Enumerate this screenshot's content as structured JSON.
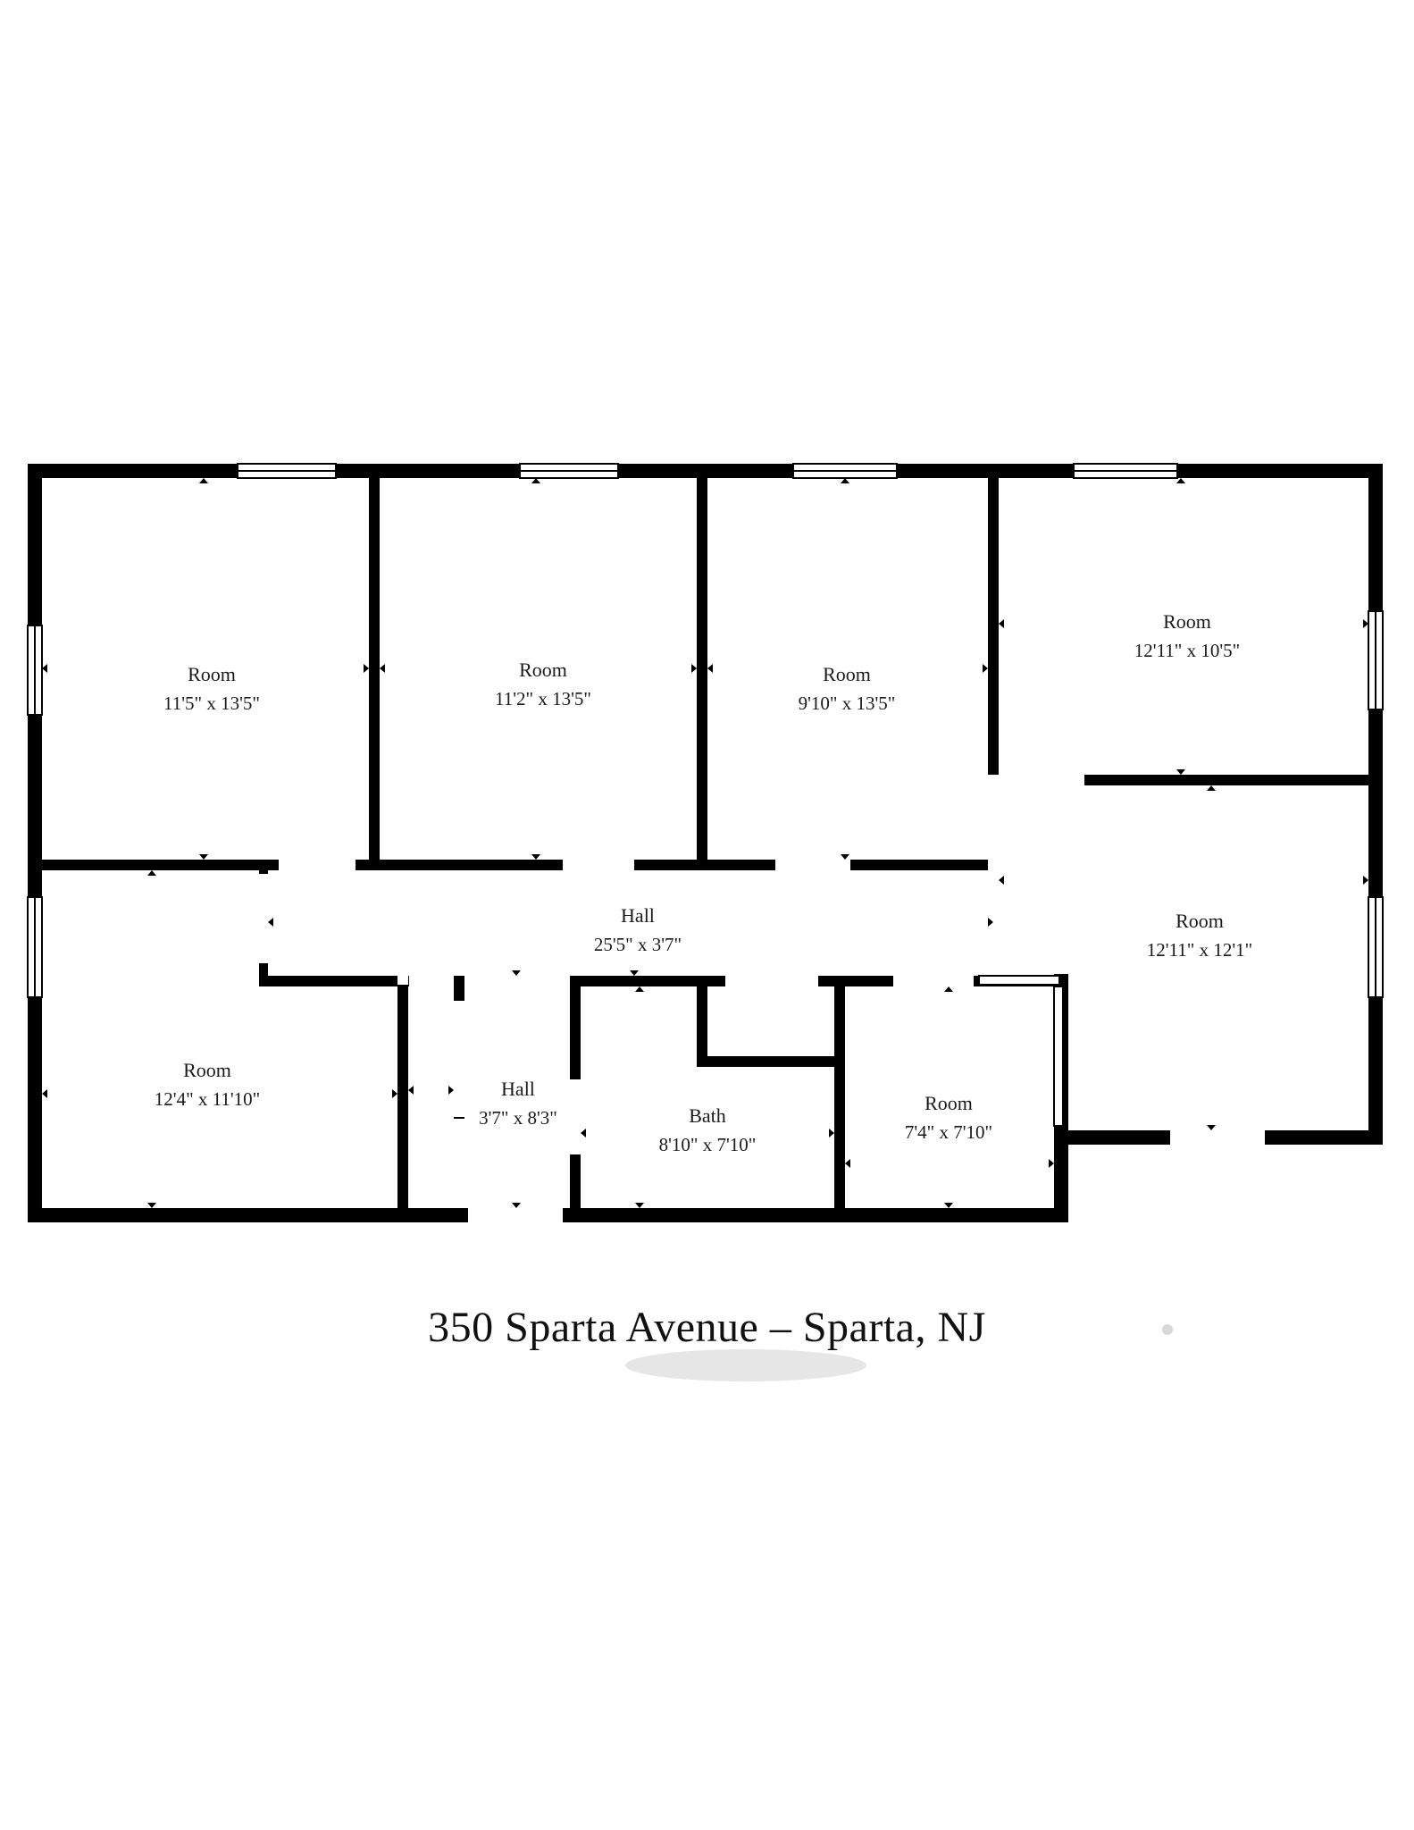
{
  "title": "350 Sparta Avenue – Sparta, NJ",
  "rooms": [
    {
      "name": "Room",
      "dims": "11'5\" x 13'5\""
    },
    {
      "name": "Room",
      "dims": "11'2\" x 13'5\""
    },
    {
      "name": "Room",
      "dims": "9'10\" x 13'5\""
    },
    {
      "name": "Room",
      "dims": "12'11\" x 10'5\""
    },
    {
      "name": "Hall",
      "dims": "25'5\" x 3'7\""
    },
    {
      "name": "Room",
      "dims": "12'11\" x 12'1\""
    },
    {
      "name": "Room",
      "dims": "12'4\" x 11'10\""
    },
    {
      "name": "Hall",
      "dims": "3'7\" x 8'3\""
    },
    {
      "name": "Bath",
      "dims": "8'10\" x 7'10\""
    },
    {
      "name": "Room",
      "dims": "7'4\" x 7'10\""
    }
  ],
  "colors": {
    "wall": "#000000",
    "opening": "#ffffff",
    "text": "#1a1a1a"
  }
}
